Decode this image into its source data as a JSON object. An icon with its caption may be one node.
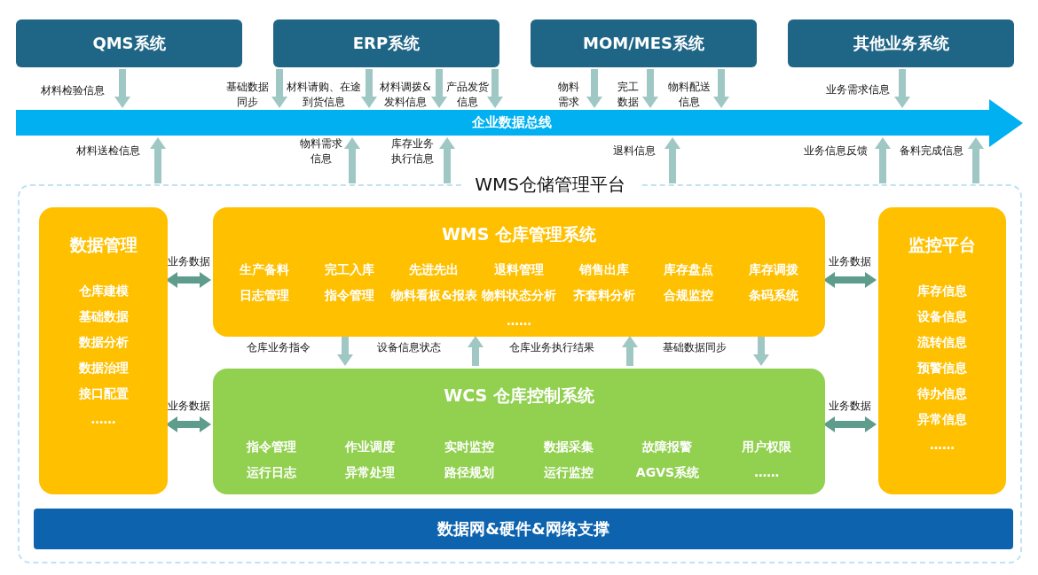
{
  "diagram": {
    "nodes": [
      {
        "text": [
          "QMS系统"
        ]
      },
      {
        "text": [
          "ERP系统"
        ]
      },
      {
        "text": [
          "MOM/MES系统"
        ]
      },
      {
        "text": [
          "其他业务系统"
        ]
      },
      {
        "text": [
          "企业数据总线"
        ]
      },
      {
        "text": [
          "WMS仓储管理平台"
        ]
      },
      {
        "text": [
          "数据管理",
          "仓库建模",
          "基础数据",
          "数据分析",
          "数据治理",
          "接口配置",
          "……"
        ],
        "in": 5
      },
      {
        "text": [
          "WMS 仓库管理系统",
          "生产备料",
          "完工入库",
          "先进先出",
          "退料管理",
          "销售出库",
          "库存盘点",
          "库存调拨",
          "日志管理",
          "指令管理",
          "物料看板&报表",
          "物料状态分析",
          "齐套料分析",
          "合规监控",
          "条码系统",
          "……"
        ],
        "in": 5
      },
      {
        "text": [
          "WCS 仓库控制系统",
          "指令管理",
          "作业调度",
          "实时监控",
          "数据采集",
          "故障报警",
          "用户权限",
          "运行日志",
          "异常处理",
          "路径规划",
          "运行监控",
          "AGVS系统",
          "……"
        ],
        "in": 5
      },
      {
        "text": [
          "监控平台",
          "库存信息",
          "设备信息",
          "流转信息",
          "预警信息",
          "待办信息",
          "异常信息",
          "……"
        ],
        "in": 5
      },
      {
        "text": [
          "数据网&硬件&网络支撑"
        ],
        "in": 5
      }
    ],
    "edges": [
      {
        "from": 0,
        "to": 4,
        "arrow": "to",
        "label": "材料检验信息"
      },
      {
        "from": 1,
        "to": 4,
        "arrow": "to",
        "label": "基础数据同步"
      },
      {
        "from": 1,
        "to": 4,
        "arrow": "to",
        "label": "材料请购、在途到货信息"
      },
      {
        "from": 1,
        "to": 4,
        "arrow": "to",
        "label": "材料调拨&发料信息"
      },
      {
        "from": 1,
        "to": 4,
        "arrow": "to",
        "label": "产品发货信息"
      },
      {
        "from": 2,
        "to": 4,
        "arrow": "to",
        "label": "物料需求"
      },
      {
        "from": 2,
        "to": 4,
        "arrow": "to",
        "label": "完工数据"
      },
      {
        "from": 2,
        "to": 4,
        "arrow": "to",
        "label": "物料配送信息"
      },
      {
        "from": 3,
        "to": 4,
        "arrow": "to",
        "label": "业务需求信息"
      },
      {
        "from": 5,
        "to": 4,
        "arrow": "to",
        "label": "材料送检信息"
      },
      {
        "from": 5,
        "to": 4,
        "arrow": "to",
        "label": "物料需求信息"
      },
      {
        "from": 5,
        "to": 4,
        "arrow": "to",
        "label": "库存业务执行信息"
      },
      {
        "from": 5,
        "to": 4,
        "arrow": "to",
        "label": "退料信息"
      },
      {
        "from": 5,
        "to": 4,
        "arrow": "to",
        "label": "业务信息反馈"
      },
      {
        "from": 5,
        "to": 4,
        "arrow": "to",
        "label": "备料完成信息"
      },
      {
        "from": 6,
        "to": 7,
        "arrow": "both",
        "label": "业务数据",
        "color": "#5e9c8c"
      },
      {
        "from": 6,
        "to": 8,
        "arrow": "both",
        "label": "业务数据",
        "color": "#5e9c8c"
      },
      {
        "from": 7,
        "to": 9,
        "arrow": "both",
        "label": "业务数据",
        "color": "#5e9c8c"
      },
      {
        "from": 8,
        "to": 9,
        "arrow": "both",
        "label": "业务数据",
        "color": "#5e9c8c"
      },
      {
        "from": 7,
        "to": 8,
        "arrow": "to",
        "label": "仓库业务指令"
      },
      {
        "from": 8,
        "to": 7,
        "arrow": "to",
        "label": "设备信息状态"
      },
      {
        "from": 8,
        "to": 7,
        "arrow": "to",
        "label": "仓库业务执行结果"
      },
      {
        "from": 7,
        "to": 8,
        "arrow": "to",
        "label": "基础数据同步"
      }
    ]
  }
}
